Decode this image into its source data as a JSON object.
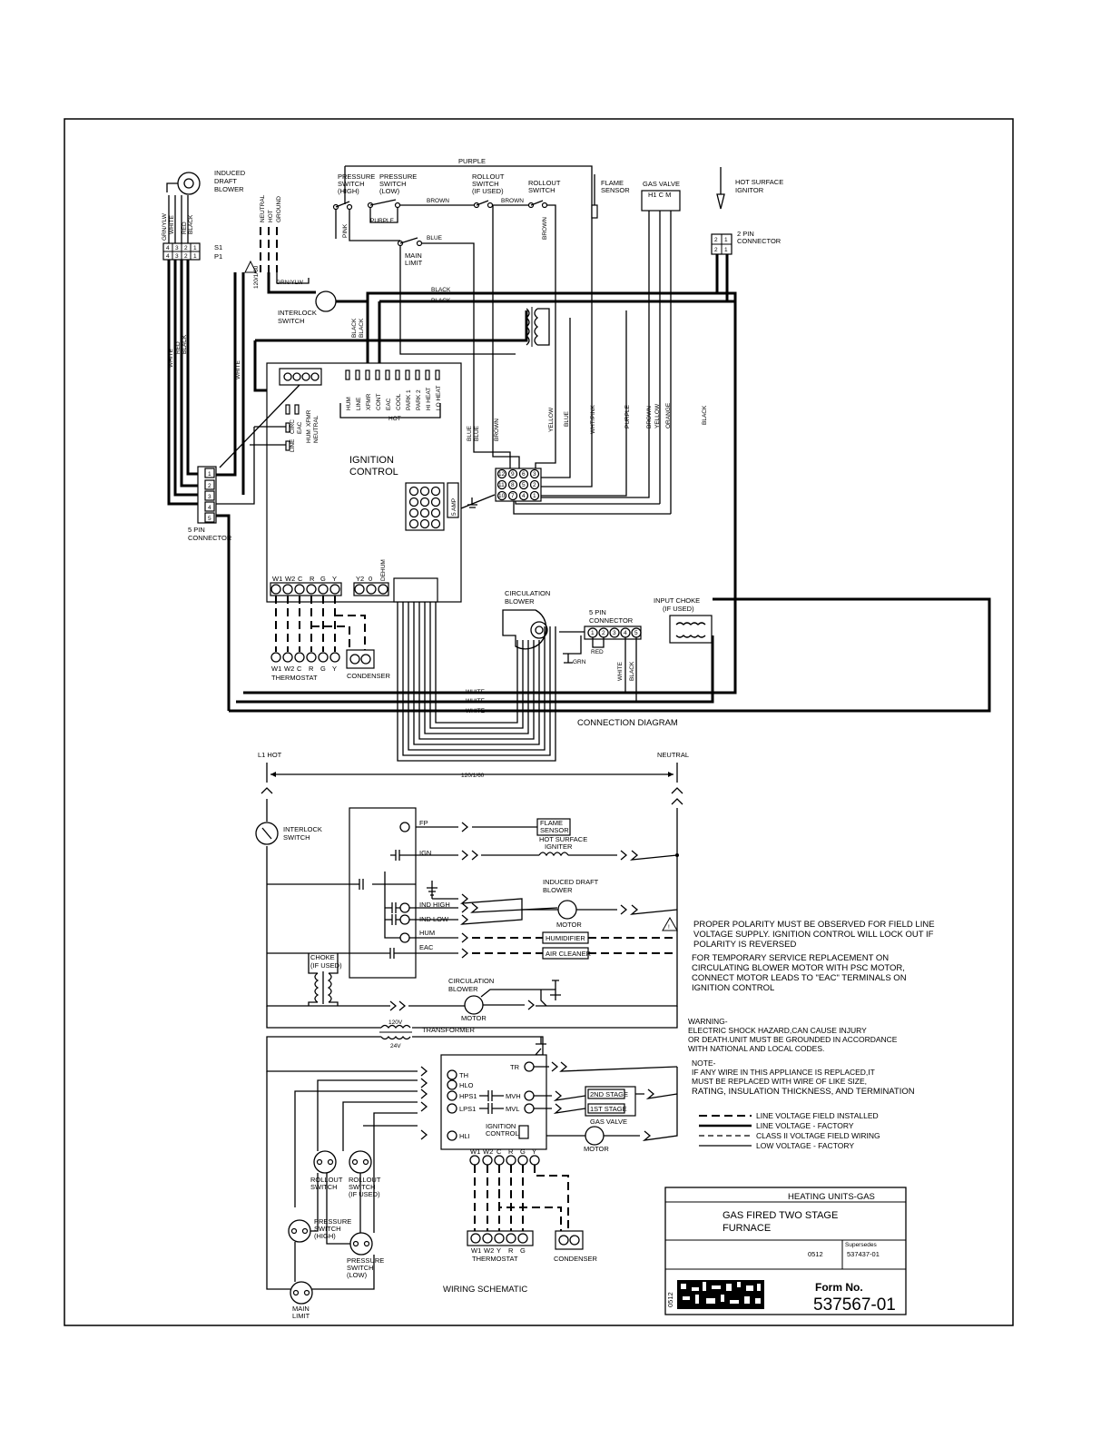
{
  "connection_diagram": {
    "title": "CONNECTION DIAGRAM",
    "blower_label": [
      "INDUCED",
      "DRAFT",
      "BLOWER"
    ],
    "wire_purple": "PURPLE",
    "pressure_high": [
      "PRESSURE",
      "SWITCH",
      "(HIGH)"
    ],
    "pressure_low": [
      "PRESSURE",
      "SWITCH",
      "(LOW)"
    ],
    "rollout_if_used": [
      "ROLLOUT",
      "SWITCH",
      "(IF USED)"
    ],
    "rollout": [
      "ROLLOUT",
      "SWITCH"
    ],
    "flame_sensor": [
      "FLAME",
      "SENSOR"
    ],
    "gas_valve": "GAS VALVE",
    "gas_valve_terms": "H1  C  M",
    "hsi": [
      "HOT SURFACE",
      "IGNITOR"
    ],
    "two_pin": [
      "2 PIN",
      "CONNECTOR"
    ],
    "main_limit": [
      "MAIN",
      "LIMIT"
    ],
    "interlock": [
      "INTERLOCK",
      "SWITCH"
    ],
    "neutral": "NEUTRAL",
    "hot": "HOT",
    "ground": "GROUND",
    "supply": "120/1/60",
    "grn_ylw": "GRN/YLW",
    "s1": "S1",
    "p1": "P1",
    "wires": {
      "brown": "BROWN",
      "pink": "PINK",
      "blue": "BLUE",
      "black": "BLACK",
      "white": "WHITE",
      "red": "RED",
      "yellow": "YELLOW",
      "orange": "ORANGE",
      "wht_pink": "WHT/PINK",
      "grn": "GRN"
    },
    "ignition_control": [
      "IGNITION",
      "CONTROL"
    ],
    "board_terms": [
      "HUM",
      "LINE",
      "XFMR",
      "CONT",
      "EAC",
      "COOL",
      "PARK 1",
      "PARK 2",
      "HI HEAT",
      "LO HEAT"
    ],
    "hot_bus": "HOT",
    "left_terms": [
      "LINE",
      "CIRC",
      "EAC",
      "HUM",
      "XFMR",
      "NEUTRAL"
    ],
    "fuse": "5 AMP",
    "five_pin": [
      "5 PIN",
      "CONNECTOR"
    ],
    "pins": [
      "1",
      "2",
      "3",
      "4",
      "5"
    ],
    "plug_pins": [
      "12",
      "9",
      "6",
      "3",
      "11",
      "8",
      "5",
      "2",
      "10",
      "7",
      "4",
      "1"
    ],
    "tstat_terms": [
      "W1",
      "W2",
      "C",
      "R",
      "G",
      "Y"
    ],
    "y2_terms": [
      "Y2",
      "0",
      "DEHUM"
    ],
    "thermostat": "THERMOSTAT",
    "condenser": "CONDENSER",
    "circ_blower": [
      "CIRCULATION",
      "BLOWER"
    ],
    "input_choke": [
      "INPUT CHOKE",
      "(IF USED)"
    ]
  },
  "schematic": {
    "title": "WIRING SCHEMATIC",
    "l1_hot": "L1 HOT",
    "neutral": "NEUTRAL",
    "supply": "120/1/60",
    "interlock": [
      "INTERLOCK",
      "SWITCH"
    ],
    "fp": "FP",
    "ign": "IGN",
    "flame_sensor": [
      "FLAME",
      "SENSOR"
    ],
    "hsi": [
      "HOT SURFACE",
      "IGNITER"
    ],
    "induced": [
      "INDUCED DRAFT",
      "BLOWER"
    ],
    "ind_high": "IND HIGH",
    "ind_low": "IND LOW",
    "hum": "HUM",
    "eac": "EAC",
    "motor": "MOTOR",
    "humidifier": "HUMIDIFIER",
    "air_cleaner": "AIR CLEANER",
    "choke": [
      "CHOKE",
      "(IF USED)"
    ],
    "circ": [
      "CIRCULATION",
      "BLOWER"
    ],
    "transformer": "TRANSFORMER",
    "v120": "120V",
    "v24": "24V",
    "tr": "TR",
    "th": "TH",
    "hlo": "HLO",
    "hps1": "HPS1",
    "lps1": "LPS1",
    "hli": "HLI",
    "mvh": "MVH",
    "mvl": "MVL",
    "ignition_control": [
      "IGNITION",
      "CONTROL"
    ],
    "second_stage": "2ND STAGE",
    "first_stage": "1ST STAGE",
    "gas_valve": "GAS VALVE",
    "rollout": [
      "ROLLOUT",
      "SWITCH"
    ],
    "rollout_if_used": [
      "ROLLOUT",
      "SWITCH",
      "(IF USED)"
    ],
    "pressure_high": [
      "PRESSURE",
      "SWITCH",
      "(HIGH)"
    ],
    "pressure_low": [
      "PRESSURE",
      "SWITCH",
      "(LOW)"
    ],
    "main_limit": [
      "MAIN",
      "LIMIT"
    ],
    "tstat_terms": [
      "W1",
      "W2",
      "C",
      "R",
      "G",
      "Y"
    ],
    "tstat_bottom": [
      "W1",
      "W2",
      "Y",
      "R",
      "G"
    ],
    "thermostat": "THERMOSTAT",
    "condenser": "CONDENSER"
  },
  "notes": {
    "polarity": [
      "PROPER POLARITY MUST BE OBSERVED FOR FIELD LINE",
      "VOLTAGE SUPPLY.  IGNITION CONTROL WILL LOCK OUT IF",
      "POLARITY IS REVERSED"
    ],
    "temporary": [
      "FOR TEMPORARY SERVICE REPLACEMENT ON",
      "CIRCULATING BLOWER MOTOR WITH PSC MOTOR,",
      "CONNECT MOTOR LEADS TO \"EAC\" TERMINALS ON",
      "IGNITION  CONTROL"
    ],
    "warning": [
      "WARNING-",
      "ELECTRIC SHOCK HAZARD,CAN CAUSE INJURY",
      "OR DEATH.UNIT MUST BE GROUNDED IN ACCORDANCE",
      "WITH NATIONAL AND LOCAL CODES."
    ],
    "note": [
      "NOTE-",
      "IF ANY WIRE IN THIS APPLIANCE IS REPLACED,IT",
      "MUST BE REPLACED WITH WIRE OF LIKE SIZE,",
      "RATING, INSULATION THICKNESS, AND TERMINATION"
    ],
    "legend": [
      "LINE VOLTAGE FIELD INSTALLED",
      "LINE VOLTAGE - FACTORY",
      "CLASS II VOLTAGE FIELD WIRING",
      "LOW VOLTAGE - FACTORY"
    ]
  },
  "title_block": {
    "category": "HEATING UNITS-GAS",
    "description": [
      "GAS FIRED TWO STAGE",
      "FURNACE"
    ],
    "date_code": "0512",
    "supersedes_label": "Supersedes",
    "supersedes": "537437-01",
    "barcode_code": "0512",
    "form_label": "Form No.",
    "form_no": "537567-01"
  }
}
